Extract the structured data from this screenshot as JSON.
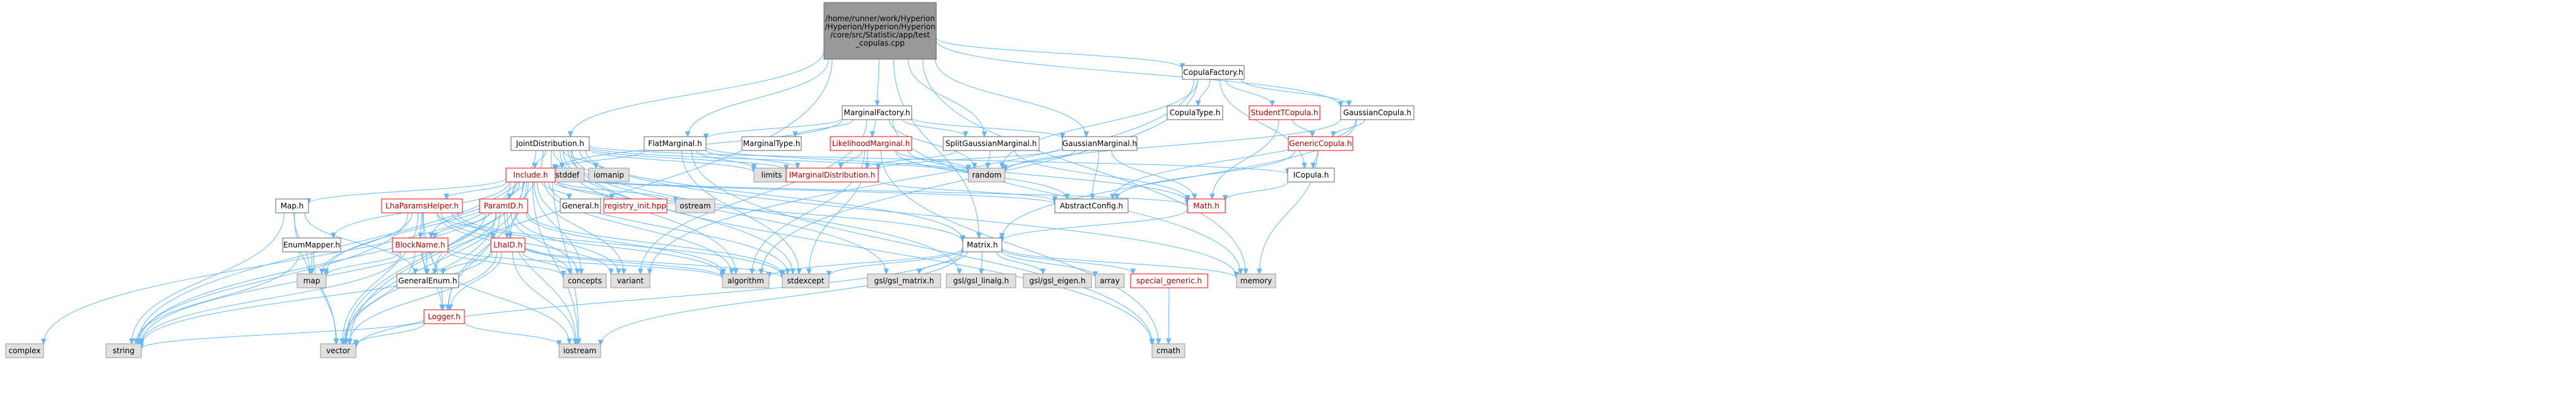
{
  "title_lines": [
    "/home/runner/work/Hyperion",
    "/Hyperion/Hyperion/Hyperion",
    "/core/src/Statistic/app/test",
    "_copulas.cpp"
  ],
  "colors": {
    "edge": "#63b8ff",
    "root_fill": "#999999",
    "root_border": "#666666",
    "node_fill": "#ffffff",
    "node_border": "#666666",
    "system_fill": "#e0e0e0",
    "system_border": "#999999",
    "incomplete_border": "#ff0000",
    "text": "#000000",
    "incomplete_text": "#b00000"
  },
  "nodes": {
    "root": "/home/runner/work/Hyperion\n/Hyperion/Hyperion/Hyperion\n/core/src/Statistic/app/test\n_copulas.cpp",
    "CopulaFactory": "CopulaFactory.h",
    "MarginalFactory": "MarginalFactory.h",
    "JointDistribution": "JointDistribution.h",
    "FlatMarginal": "FlatMarginal.h",
    "SplitGaussianMarginal": "SplitGaussianMarginal.h",
    "GaussianMarginal": "GaussianMarginal.h",
    "LikelihoodMarginal": "LikelihoodMarginal.h",
    "MarginalType": "MarginalType.h",
    "GaussianCopula": "GaussianCopula.h",
    "StudentTCopula": "StudentTCopula.h",
    "CopulaType": "CopulaType.h",
    "GenericCopula": "GenericCopula.h",
    "ICopula": "ICopula.h",
    "IMarginalDistribution": "IMarginalDistribution.h",
    "AbstractConfig": "AbstractConfig.h",
    "MathH": "Math.h",
    "Matrix": "Matrix.h",
    "Include": "Include.h",
    "MapH": "Map.h",
    "EnumMapper": "EnumMapper.h",
    "LhaParamsHelper": "LhaParamsHelper.h",
    "ParamID": "ParamID.h",
    "LhaID": "LhaID.h",
    "BlockName": "BlockName.h",
    "GeneralEnum": "GeneralEnum.h",
    "Logger": "Logger.h",
    "General": "General.h",
    "registry_init": "registry_init.hpp",
    "special_generic": "special_generic.h",
    "cstddef": "cstddef",
    "iomanip": "iomanip",
    "limits": "limits",
    "random": "random",
    "memory": "memory",
    "cmath": "cmath",
    "algorithm": "algorithm",
    "stdexcept": "stdexcept",
    "variant": "variant",
    "concepts": "concepts",
    "map": "map",
    "vector": "vector",
    "string": "string",
    "iostream": "iostream",
    "complex": "complex",
    "ostream": "ostream",
    "array": "array",
    "gsl_matrix": "gsl/gsl_matrix.h",
    "gsl_linalg": "gsl/gsl_linalg.h",
    "gsl_eigen": "gsl/gsl_eigen.h"
  }
}
